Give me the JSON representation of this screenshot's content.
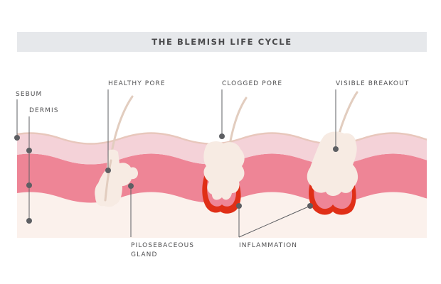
{
  "title": "THE BLEMISH LIFE CYCLE",
  "labels": {
    "sebum": "SEBUM",
    "dermis": "DERMIS",
    "healthy_pore": "HEALTHY PORE",
    "clogged_pore": "CLOGGED PORE",
    "visible_breakout": "VISIBLE BREAKOUT",
    "pilosebaceous_line1": "PILOSEBACEOUS",
    "pilosebaceous_line2": "GLAND",
    "inflammation": "INFLAMMATION"
  },
  "colors": {
    "title_bg": "#e6e8eb",
    "skin_top": "#f4d2d8",
    "skin_mid": "#ee8596",
    "skin_bottom": "#fbf1ec",
    "pore_cream": "#f7ebe3",
    "hair": "#e2cdbf",
    "inflammation_red": "#e02f17",
    "callout": "#5d5f63"
  }
}
